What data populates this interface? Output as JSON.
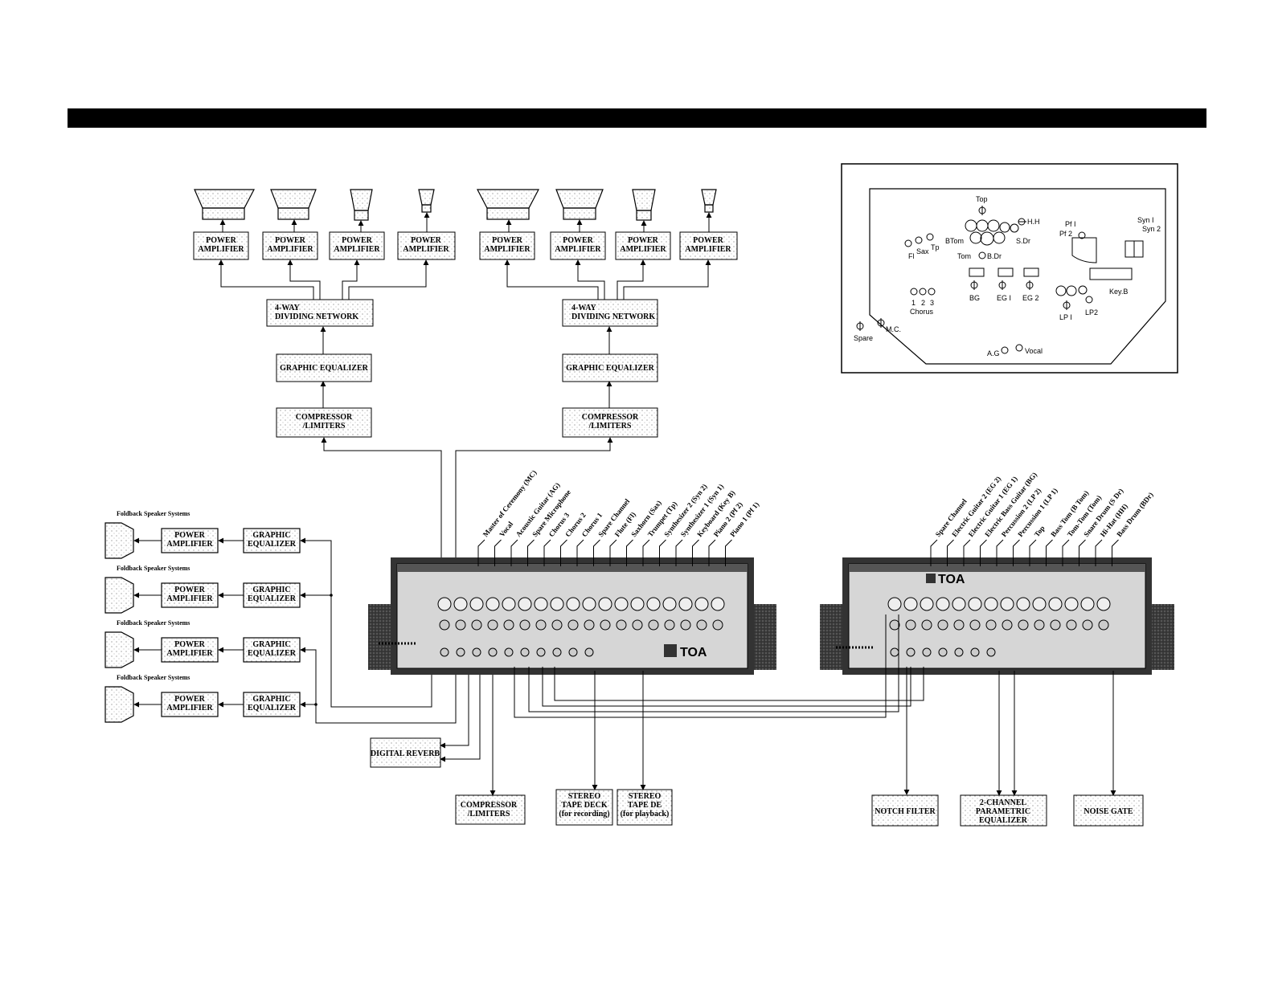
{
  "blocks": {
    "power_amplifier": "POWER\nAMPLIFIER",
    "dividing_network": "4-WAY\nDIVIDING NETWORK",
    "graphic_eq": "GRAPHIC EQUALIZER",
    "graphic_eq_two_line": "GRAPHIC\nEQUALIZER",
    "comp_lim": "COMPRESSOR\n/LIMITERS",
    "foldback_label": "Foldback Speaker Systems",
    "digital_reverb": "DIGITAL REVERB",
    "tape_record": "STEREO\nTAPE DECK\n(for recording)",
    "tape_playback": "STEREO\nTAPE DE\n(for playback)",
    "notch_filter": "NOTCH FILTER",
    "parametric_eq": "2-CHANNEL\nPARAMETRIC\nEQUALIZER",
    "noise_gate": "NOISE GATE"
  },
  "console": {
    "brand": "TOA",
    "left_channels": [
      "Master of Ceremony (MC)",
      "Vocal",
      "Acoustic Guitar (AG)",
      "Spare Microphone",
      "Chorus 3",
      "Chorus 2",
      "Chorus 1",
      "Spare Channel",
      "Flute (Fl)",
      "Saxhorn (Sax)",
      "Trumpet (Tp)",
      "Synthesizer 2 (Syn 2)",
      "Synthesizer 1 (Syn 1)",
      "Keyboard (Key B)",
      "Piano 2 (Pf 2)",
      "Piano 1 (Pf 1)"
    ],
    "right_channels": [
      "Spare Channel",
      "Electric Guitar 2 (EG 2)",
      "Electric Guitar 1 (EG 1)",
      "Electric Bass Guitar (BG)",
      "Percussion 2 (LP 2)",
      "Percussion 1 (LP 1)",
      "Top",
      "Bass Tom (B Tom)",
      "Tom-Tom (Tom)",
      "Snare Drum (S Dr)",
      "Hi-Hat (HH)",
      "Bass Drum (BDr)"
    ]
  },
  "stage": {
    "top": "Top",
    "hh": "H.H",
    "btom": "BTom",
    "sdr": "S.Dr",
    "tom": "Tom",
    "bdr": "B.Dr",
    "fl": "Fl",
    "sax": "Sax",
    "tp": "Tp",
    "pf1": "Pf I",
    "pf2": "Pf 2",
    "syn1": "Syn I",
    "syn2": "Syn 2",
    "bg": "BG",
    "eg1": "EG I",
    "eg2": "EG 2",
    "chorus_nums": [
      "1",
      "2",
      "3"
    ],
    "chorus": "Chorus",
    "keyb": "Key.B",
    "lp1": "LP I",
    "lp2": "LP2",
    "spare": "Spare",
    "mc": "M.C.",
    "ag": "A.G",
    "vocal": "Vocal"
  }
}
